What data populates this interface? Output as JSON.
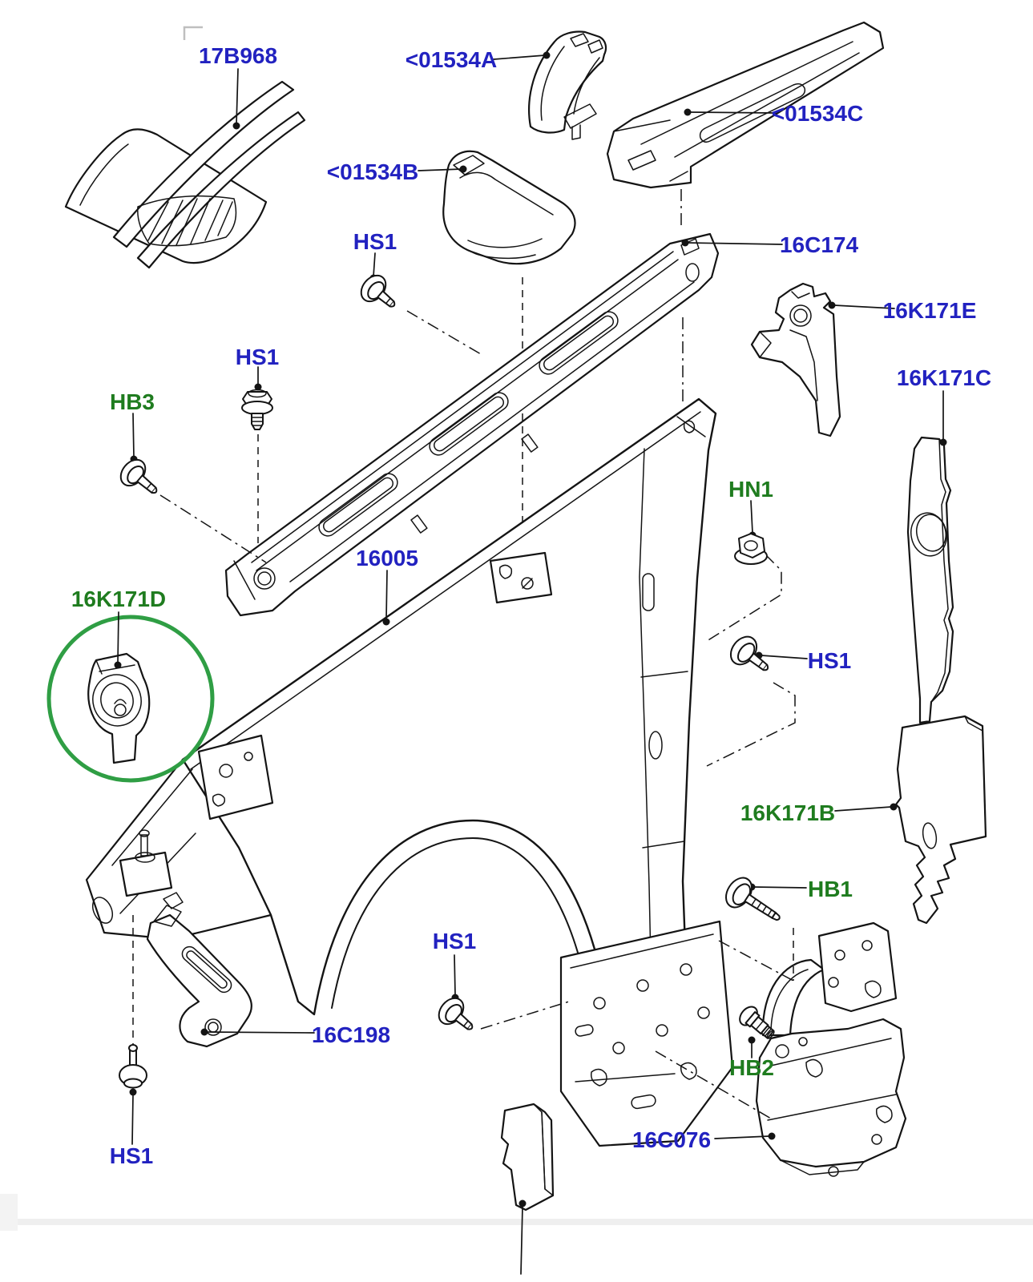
{
  "page": {
    "type": "exploded-parts-diagram",
    "subject": "Front fender and apron panel exploded view",
    "background": "#ffffff"
  },
  "colors": {
    "part_number_blue": "#2222c0",
    "hardware_green": "#1f7c1f",
    "highlight_circle_green": "#2f9e44",
    "line_art": "#141414"
  },
  "labels": [
    {
      "text": "17B968",
      "color": "blue"
    },
    {
      "text": "<01534A",
      "color": "blue"
    },
    {
      "text": "<01534C",
      "color": "blue"
    },
    {
      "text": "<01534B",
      "color": "blue"
    },
    {
      "text": "HS1",
      "color": "blue"
    },
    {
      "text": "16C174",
      "color": "blue"
    },
    {
      "text": "16K171E",
      "color": "blue"
    },
    {
      "text": "HS1",
      "color": "blue"
    },
    {
      "text": "16K171C",
      "color": "blue"
    },
    {
      "text": "HB3",
      "color": "green"
    },
    {
      "text": "HN1",
      "color": "green"
    },
    {
      "text": "16005",
      "color": "blue"
    },
    {
      "text": "16K171D",
      "color": "green"
    },
    {
      "text": "HS1",
      "color": "blue"
    },
    {
      "text": "16K171B",
      "color": "green"
    },
    {
      "text": "HB1",
      "color": "green"
    },
    {
      "text": "HS1",
      "color": "blue"
    },
    {
      "text": "16C198",
      "color": "blue"
    },
    {
      "text": "HB2",
      "color": "green"
    },
    {
      "text": "16C076",
      "color": "blue"
    },
    {
      "text": "HS1",
      "color": "blue"
    }
  ],
  "hardware_icons": {
    "HS1": "push-pin-screw-icon",
    "HB1": "long-flange-bolt-icon",
    "HB2": "plastic-rivet-icon",
    "HB3": "flange-bolt-icon",
    "HN1": "flange-nut-icon"
  },
  "highlight": {
    "circled_part": "16K171D"
  }
}
